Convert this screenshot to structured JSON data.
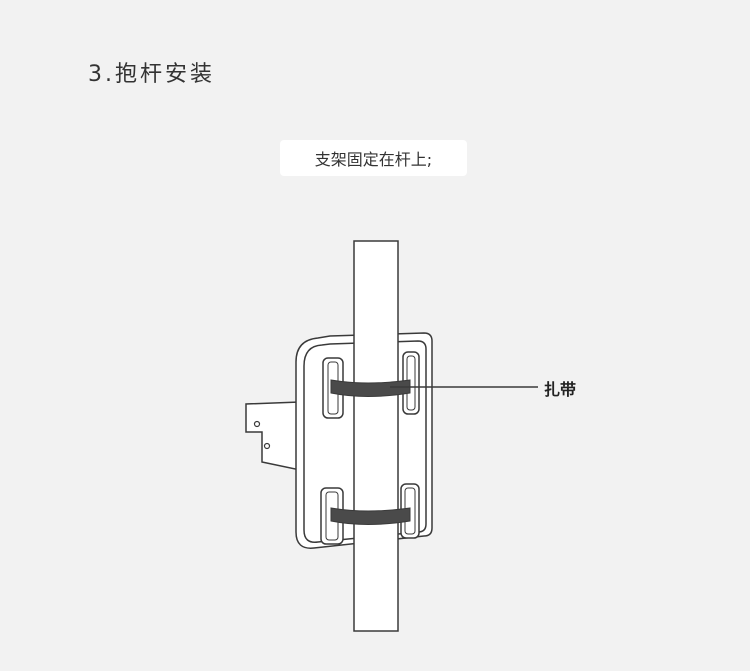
{
  "section": {
    "title": "3.抱杆安装"
  },
  "step": {
    "caption": "支架固定在杆上;"
  },
  "diagram": {
    "strap_label": "扎带",
    "colors": {
      "stroke": "#3a3a3a",
      "pole_fill": "#ffffff",
      "bracket_fill": "#ffffff",
      "strap_fill": "#4a4a4a"
    }
  }
}
